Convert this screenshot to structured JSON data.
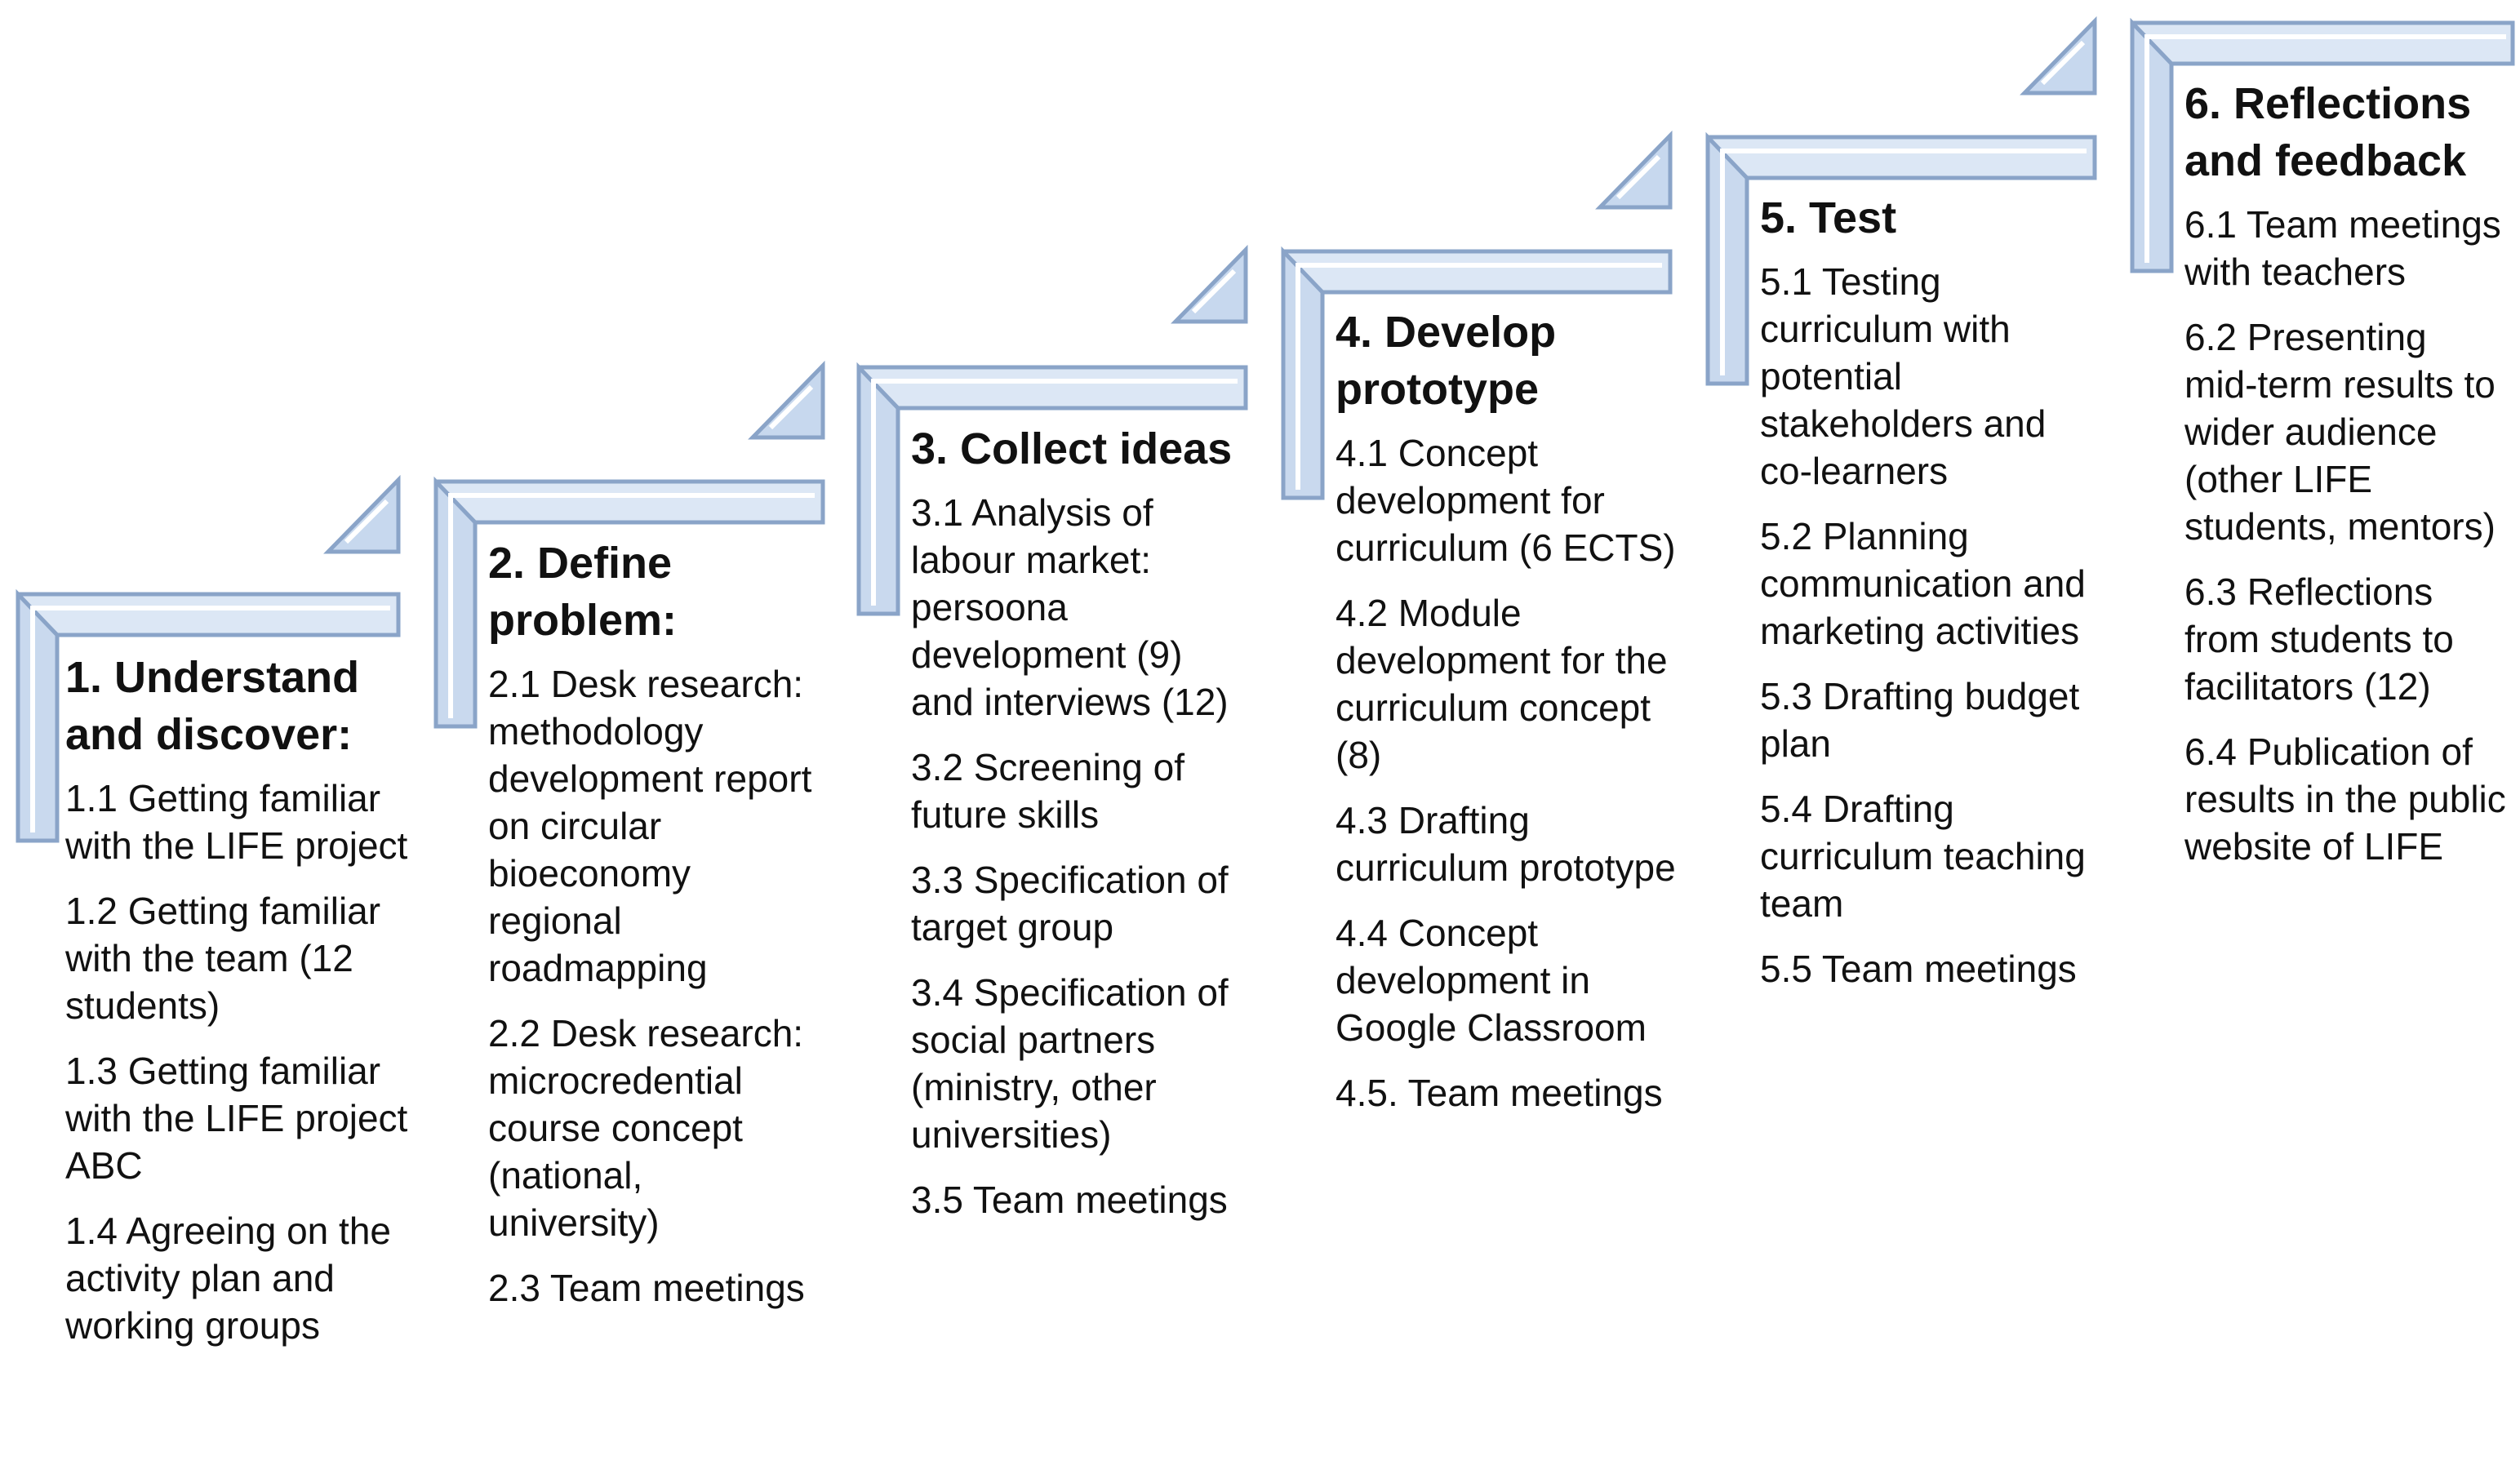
{
  "colors": {
    "bracket_face": "#dce7f5",
    "bracket_edge": "#8aa4c8",
    "bracket_highlight": "#ffffff",
    "text": "#111111"
  },
  "steps": [
    {
      "title": "1. Understand and discover:",
      "items": [
        "1.1 Getting familiar with the LIFE project",
        "1.2 Getting familiar with the team (12 students)",
        "1.3 Getting familiar with the LIFE project ABC",
        "1.4 Agreeing on the activity plan and working groups"
      ]
    },
    {
      "title": "2. Define problem:",
      "items": [
        "2.1 Desk research: methodology development report on circular bioeconomy regional roadmapping",
        "2.2 Desk research: microcredential course concept (national, university)",
        "2.3 Team meetings"
      ]
    },
    {
      "title": "3. Collect ideas",
      "items": [
        "3.1 Analysis of labour market: persoona development (9) and interviews (12)",
        "3.2 Screening of future skills",
        "3.3 Specification of target group",
        "3.4 Specification of social partners (ministry, other universities)",
        "3.5 Team meetings"
      ]
    },
    {
      "title": "4. Develop prototype",
      "items": [
        "4.1 Concept development for curriculum (6 ECTS)",
        "4.2 Module development for the curriculum concept (8)",
        "4.3 Drafting curriculum prototype",
        "4.4 Concept development in Google Classroom",
        "4.5. Team meetings"
      ]
    },
    {
      "title": "5. Test",
      "items": [
        "5.1 Testing curriculum with potential stakeholders and co-learners",
        "5.2 Planning communication and marketing activities",
        "5.3 Drafting budget plan",
        "5.4 Drafting curriculum teaching team",
        "5.5 Team meetings"
      ]
    },
    {
      "title": "6. Reflections and feedback",
      "items": [
        "6.1 Team meetings with teachers",
        "6.2 Presenting mid-term results to wider audience (other LIFE students, mentors)",
        "6.3 Reflections from students to facilitators (12)",
        "6.4 Publication of results in the public website of LIFE"
      ]
    }
  ]
}
